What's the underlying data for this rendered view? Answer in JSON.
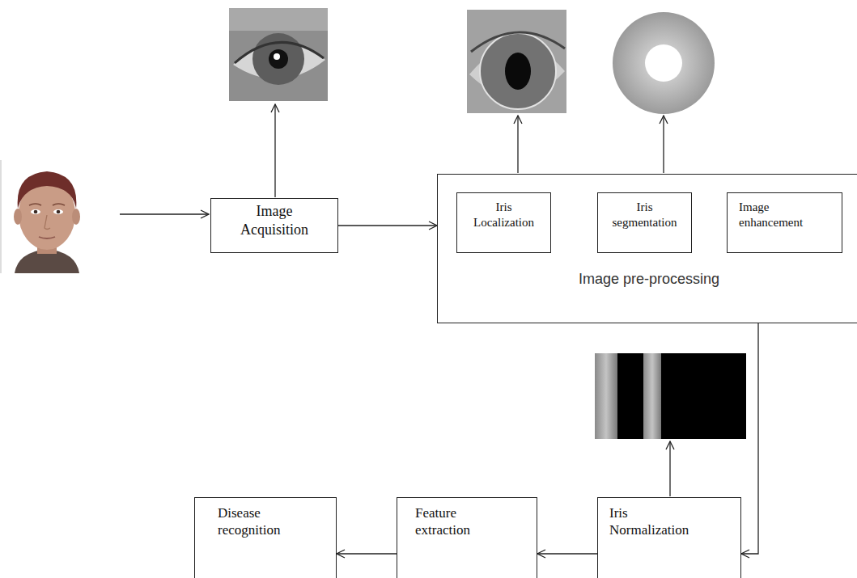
{
  "diagram": {
    "nodes": [
      {
        "text": [
          "Image Acquisition"
        ]
      },
      {
        "text": [
          "Image pre-processing"
        ]
      },
      {
        "text": [
          "Iris Localization"
        ],
        "in": 1
      },
      {
        "text": [
          "Iris segmentation"
        ],
        "in": 1
      },
      {
        "text": [
          "Image enhancement"
        ],
        "in": 1
      },
      {
        "text": [
          "Iris Normalization"
        ]
      },
      {
        "text": [
          "Feature extraction"
        ]
      },
      {
        "text": [
          "Disease recognition"
        ]
      }
    ],
    "edges": [
      {
        "from": 0,
        "to": 1,
        "arrow": "to"
      },
      {
        "from": 1,
        "to": 5,
        "arrow": "to"
      },
      {
        "from": 5,
        "to": 6,
        "arrow": "to"
      },
      {
        "from": 6,
        "to": 7,
        "arrow": "to"
      }
    ]
  }
}
